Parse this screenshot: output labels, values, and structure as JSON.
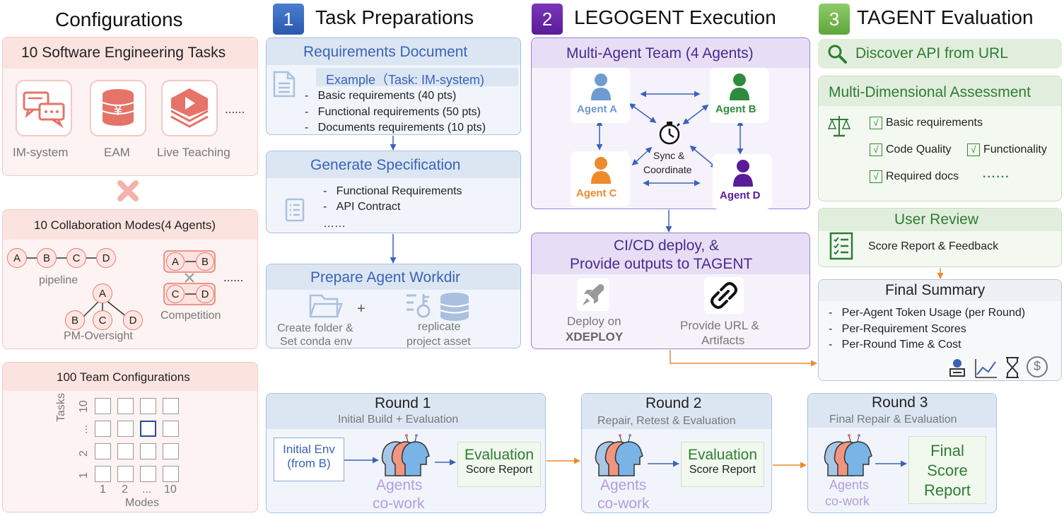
{
  "configurations": {
    "title": "Configurations",
    "tasks_header": "10 Software Engineering Tasks",
    "task_items": [
      "IM-system",
      "EAM",
      "Live Teaching"
    ],
    "task_more": "......",
    "modes_header": "10 Collaboration Modes(4 Agents)",
    "pipeline_nodes": [
      "A",
      "B",
      "C",
      "D"
    ],
    "pipeline_label": "pipeline",
    "competition_nodes": [
      "A",
      "B",
      "C",
      "D"
    ],
    "competition_label": "Competition",
    "modes_more": "......",
    "pm_nodes": [
      "A",
      "B",
      "C",
      "D"
    ],
    "pm_label": "PM-Oversight",
    "team_header": "100 Team Configurations",
    "grid_y_ticks": [
      "1",
      "2",
      "...",
      "10"
    ],
    "grid_x_ticks": [
      "1",
      "2",
      "...",
      "10"
    ],
    "grid_y_label": "Tasks",
    "grid_x_label": "Modes"
  },
  "prep": {
    "badge": "1",
    "title": "Task Preparations",
    "req_header": "Requirements Document",
    "req_example": "Example（Task: IM-system)",
    "req_items": [
      "Basic requirements (40 pts)",
      "Functional requirements (50 pts)",
      "Documents requirements (10 pts)"
    ],
    "spec_header": "Generate Specification",
    "spec_items": [
      "Functional Requirements",
      "API Contract"
    ],
    "spec_more": "……",
    "workdir_header": "Prepare Agent Workdir",
    "workdir_plus": "+",
    "workdir_left": [
      "Create folder &",
      "Set conda env"
    ],
    "workdir_right": [
      "replicate",
      "project asset"
    ]
  },
  "exec": {
    "badge": "2",
    "title": "LEGOGENT Execution",
    "team_header": "Multi-Agent Team (4 Agents)",
    "agents": [
      {
        "name": "Agent A",
        "color": "#6f9bd1"
      },
      {
        "name": "Agent B",
        "color": "#2e8b3e"
      },
      {
        "name": "Agent C",
        "color": "#ee8a2b"
      },
      {
        "name": "Agent D",
        "color": "#5a1a9a"
      }
    ],
    "sync_label": [
      "Sync &",
      "Coordinate"
    ],
    "deploy_header": [
      "CI/CD deploy, &",
      "Provide outputs to TAGENT"
    ],
    "deploy_left": [
      "Deploy on",
      "XDEPLOY"
    ],
    "deploy_right": [
      "Provide URL &",
      "Artifacts"
    ]
  },
  "eval": {
    "badge": "3",
    "title": "TAGENT Evaluation",
    "discover": "Discover API from URL",
    "assess_header": "Multi-Dimensional Assessment",
    "assess_items": [
      "Basic requirements",
      "Code Quality",
      "Functionality",
      "Required docs"
    ],
    "check_mark": "√",
    "assess_more": "......",
    "review_header": "User Review",
    "review_text": "Score Report & Feedback",
    "summary_header": "Final Summary",
    "summary_items": [
      "Per-Agent Token Usage (per Round)",
      "Per-Requirement Scores",
      "Per-Round Time & Cost"
    ],
    "dollar": "$"
  },
  "rounds": [
    {
      "title": "Round 1",
      "subtitle": "Initial Build + Evaluation",
      "input": [
        "Initial Env",
        "(from B)"
      ],
      "agents": [
        "Agents",
        "co-work"
      ],
      "eval_title": "Evaluation",
      "eval_sub": "Score Report"
    },
    {
      "title": "Round 2",
      "subtitle": "Repair, Retest & Evaluation",
      "agents": [
        "Agents",
        "co-work"
      ],
      "eval_title": "Evaluation",
      "eval_sub": "Score Report"
    },
    {
      "title": "Round 3",
      "subtitle": "Final Repair & Evaluation",
      "agents": [
        "Agents",
        "co-work"
      ],
      "eval_lines": [
        "Final",
        "Score",
        "Report"
      ]
    }
  ]
}
